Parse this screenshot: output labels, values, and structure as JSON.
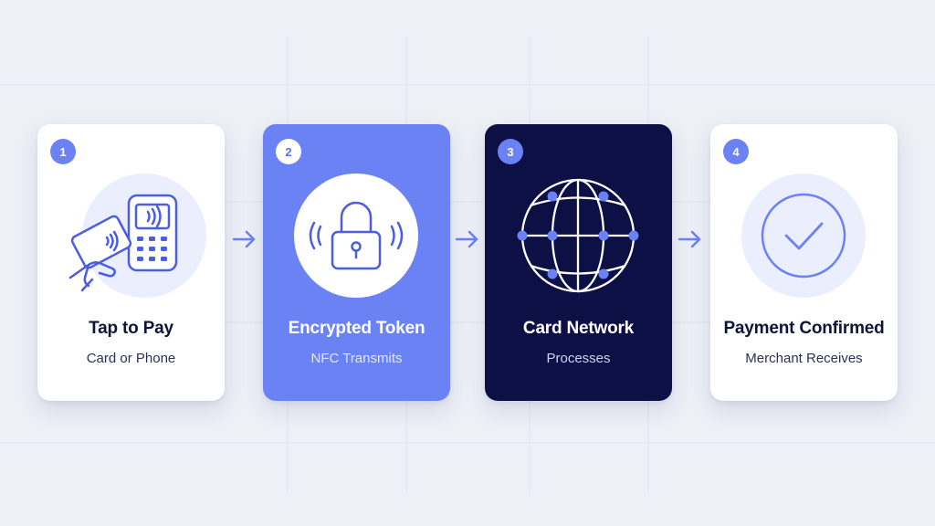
{
  "colors": {
    "background": "#eef0f7",
    "accent": "#6b82f5",
    "navy": "#0c1045",
    "icon_stroke": "#4b5de0",
    "icon_circle": "#eaeefd"
  },
  "steps": [
    {
      "number": "1",
      "title": "Tap to Pay",
      "subtitle": "Card or Phone",
      "icon": "card-tap-terminal-icon"
    },
    {
      "number": "2",
      "title": "Encrypted Token",
      "subtitle": "NFC Transmits",
      "icon": "padlock-icon"
    },
    {
      "number": "3",
      "title": "Card Network",
      "subtitle": "Processes",
      "icon": "globe-network-icon"
    },
    {
      "number": "4",
      "title": "Payment Confirmed",
      "subtitle": "Merchant Receives",
      "icon": "checkmark-icon"
    }
  ],
  "connectors": [
    "arrow-right-icon",
    "arrow-right-icon",
    "arrow-right-icon"
  ]
}
